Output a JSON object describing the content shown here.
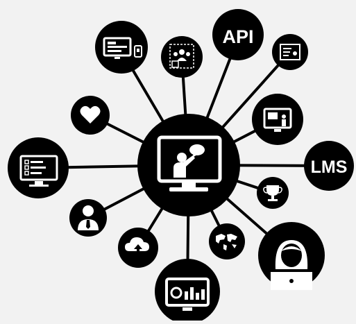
{
  "colors": {
    "background": "#f2f2f2",
    "node": "#000000",
    "glyph": "#ffffff"
  },
  "hub": {
    "icon": "teacher-presentation-monitor-icon"
  },
  "satellites": [
    {
      "id": "screen-dashboard",
      "icon": "monitor-with-panels-icon"
    },
    {
      "id": "user-group",
      "icon": "user-group-selection-icon"
    },
    {
      "id": "api",
      "label": "API",
      "icon": "api-label"
    },
    {
      "id": "certificate",
      "icon": "certificate-document-icon"
    },
    {
      "id": "monitor-presenter",
      "icon": "monitor-presenter-icon"
    },
    {
      "id": "lms",
      "label": "LMS",
      "icon": "lms-label"
    },
    {
      "id": "trophy",
      "icon": "trophy-icon"
    },
    {
      "id": "support-agent",
      "icon": "support-agent-laptop-icon"
    },
    {
      "id": "world-map",
      "icon": "world-map-globe-icon"
    },
    {
      "id": "analytics",
      "icon": "analytics-dashboard-monitor-icon"
    },
    {
      "id": "cloud-upload",
      "icon": "cloud-upload-icon"
    },
    {
      "id": "businessman",
      "icon": "businessman-avatar-icon"
    },
    {
      "id": "checklist-monitor",
      "icon": "checklist-monitor-icon"
    },
    {
      "id": "heart",
      "icon": "heart-icon"
    }
  ]
}
